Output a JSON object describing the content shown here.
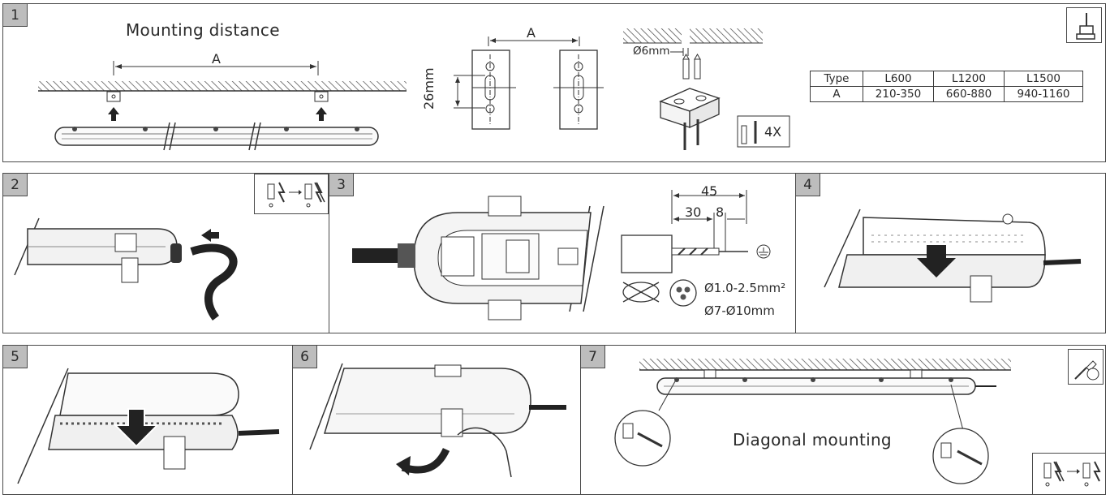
{
  "steps": {
    "s1": "1",
    "s2": "2",
    "s3": "3",
    "s4": "4",
    "s5": "5",
    "s6": "6",
    "s7": "7"
  },
  "panel1": {
    "title": "Mounting distance",
    "dim_a_long": "A",
    "dim_a_bracket": "A",
    "dim_26mm": "26mm",
    "dim_6mm": "Ø6mm",
    "screws_count": "4X"
  },
  "spec_table": {
    "header": [
      "Type",
      "L600",
      "L1200",
      "L1500"
    ],
    "row": [
      "A",
      "210-350",
      "660-880",
      "940-1160"
    ]
  },
  "panel3": {
    "strip_total": "45",
    "strip_outer": "30",
    "strip_inner": "8",
    "wire_size": "Ø1.0-2.5mm²",
    "cable_size": "Ø7-Ø10mm"
  },
  "panel7": {
    "title": "Diagonal mounting"
  },
  "icons": {
    "drill": "drill-icon",
    "power_off": "power-off-icon",
    "power_on": "power-on-icon",
    "screwdriver": "screwdriver-icon",
    "earth": "earth-ground-icon"
  }
}
